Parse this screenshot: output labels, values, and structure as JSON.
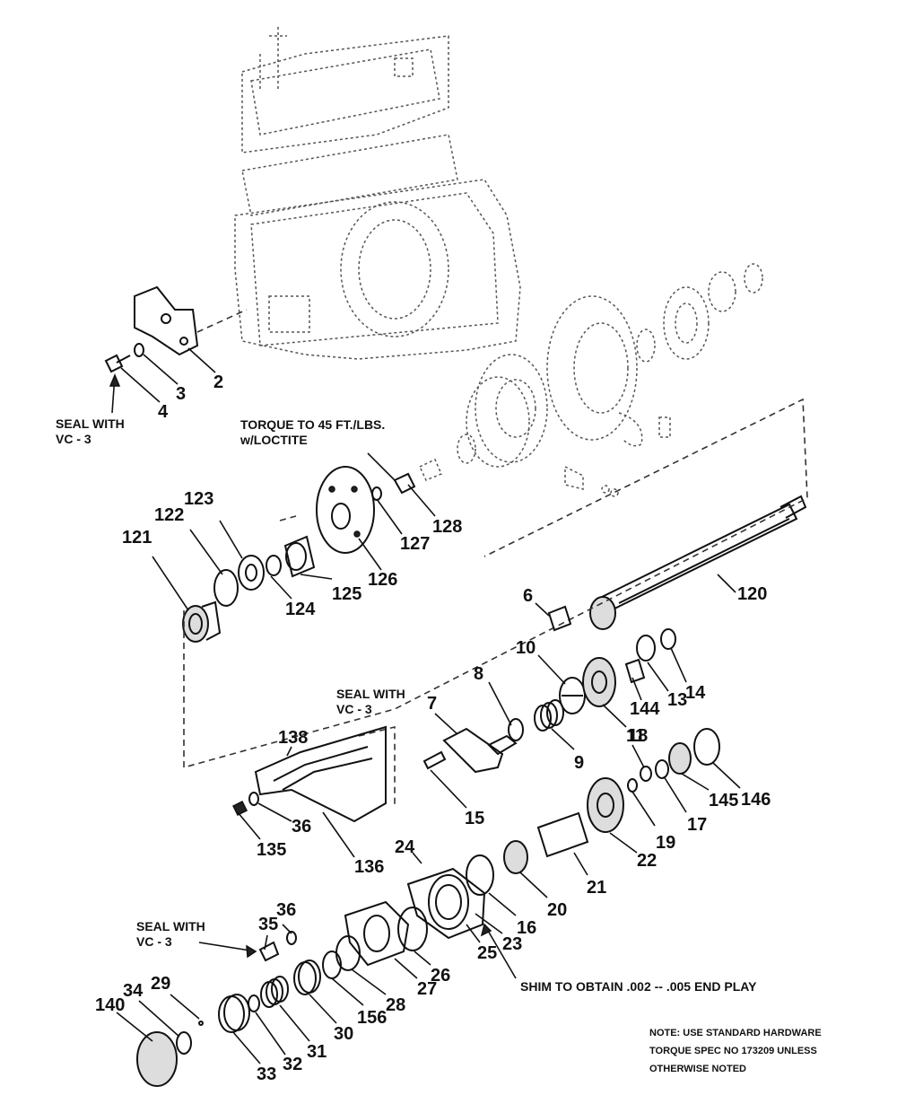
{
  "notes": {
    "seal_top": [
      "SEAL WITH",
      "VC - 3"
    ],
    "torque": [
      "TORQUE TO 45 FT./LBS.",
      "w/LOCTITE"
    ],
    "seal_middle": [
      "SEAL WITH",
      "VC - 3"
    ],
    "seal_bottom": [
      "SEAL WITH",
      "VC - 3"
    ],
    "shim": "SHIM TO OBTAIN .002 -- .005 END PLAY",
    "footer": [
      "NOTE: USE STANDARD HARDWARE",
      "TORQUE SPEC NO 173209 UNLESS",
      "OTHERWISE NOTED"
    ]
  },
  "parts": [
    {
      "id": "p2",
      "label": "2"
    },
    {
      "id": "p3",
      "label": "3"
    },
    {
      "id": "p4",
      "label": "4"
    },
    {
      "id": "p128",
      "label": "128"
    },
    {
      "id": "p127",
      "label": "127"
    },
    {
      "id": "p126",
      "label": "126"
    },
    {
      "id": "p125",
      "label": "125"
    },
    {
      "id": "p124",
      "label": "124"
    },
    {
      "id": "p123",
      "label": "123"
    },
    {
      "id": "p122",
      "label": "122"
    },
    {
      "id": "p121",
      "label": "121"
    },
    {
      "id": "p120",
      "label": "120"
    },
    {
      "id": "p6",
      "label": "6"
    },
    {
      "id": "p10",
      "label": "10"
    },
    {
      "id": "p8",
      "label": "8"
    },
    {
      "id": "p7",
      "label": "7"
    },
    {
      "id": "p11",
      "label": "11"
    },
    {
      "id": "p144",
      "label": "144"
    },
    {
      "id": "p13",
      "label": "13"
    },
    {
      "id": "p14",
      "label": "14"
    },
    {
      "id": "p9",
      "label": "9"
    },
    {
      "id": "p138",
      "label": "138"
    },
    {
      "id": "p15",
      "label": "15"
    },
    {
      "id": "p18",
      "label": "18"
    },
    {
      "id": "p17",
      "label": "17"
    },
    {
      "id": "p145",
      "label": "145"
    },
    {
      "id": "p146",
      "label": "146"
    },
    {
      "id": "p19",
      "label": "19"
    },
    {
      "id": "p22",
      "label": "22"
    },
    {
      "id": "p21",
      "label": "21"
    },
    {
      "id": "p36a",
      "label": "36"
    },
    {
      "id": "p135",
      "label": "135"
    },
    {
      "id": "p136",
      "label": "136"
    },
    {
      "id": "p24",
      "label": "24"
    },
    {
      "id": "p20",
      "label": "20"
    },
    {
      "id": "p16",
      "label": "16"
    },
    {
      "id": "p23",
      "label": "23"
    },
    {
      "id": "p25",
      "label": "25"
    },
    {
      "id": "p35",
      "label": "35"
    },
    {
      "id": "p36b",
      "label": "36"
    },
    {
      "id": "p26",
      "label": "26"
    },
    {
      "id": "p27",
      "label": "27"
    },
    {
      "id": "p28",
      "label": "28"
    },
    {
      "id": "p156",
      "label": "156"
    },
    {
      "id": "p30",
      "label": "30"
    },
    {
      "id": "p31",
      "label": "31"
    },
    {
      "id": "p32",
      "label": "32"
    },
    {
      "id": "p33",
      "label": "33"
    },
    {
      "id": "p29",
      "label": "29"
    },
    {
      "id": "p34",
      "label": "34"
    },
    {
      "id": "p140",
      "label": "140"
    }
  ]
}
